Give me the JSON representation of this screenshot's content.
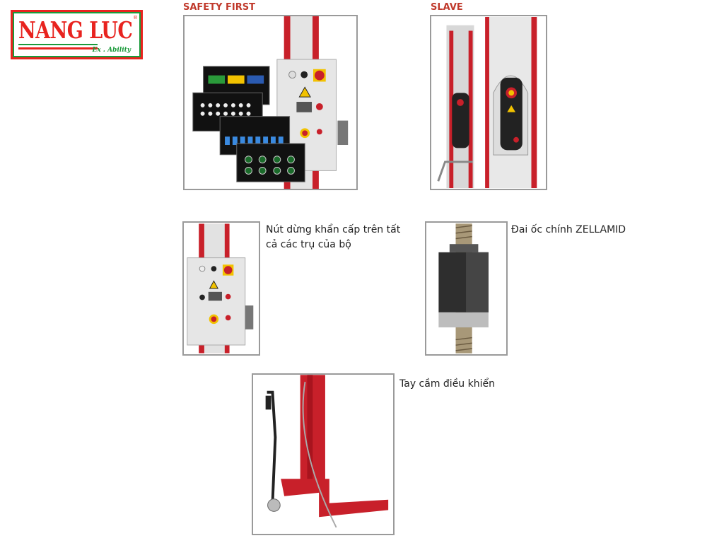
{
  "logo": {
    "name": "NANG LUC",
    "tagline": "Ex . Ability",
    "registered": "®"
  },
  "sections": {
    "safety_first": {
      "heading": "SAFETY FIRST"
    },
    "slave": {
      "heading": "SLAVE"
    },
    "emergency_stop": {
      "caption": "Nút dừng khẩn cấp trên tất cả các trụ của bộ"
    },
    "main_nut": {
      "caption": "Đai ốc chính ZELLAMID"
    },
    "control_handle": {
      "caption": "Tay cầm điều khiển"
    }
  },
  "colors": {
    "heading": "#c0392b",
    "lift_red": "#c8202a",
    "logo_red": "#e8231f",
    "logo_green": "#1a9a3a"
  }
}
